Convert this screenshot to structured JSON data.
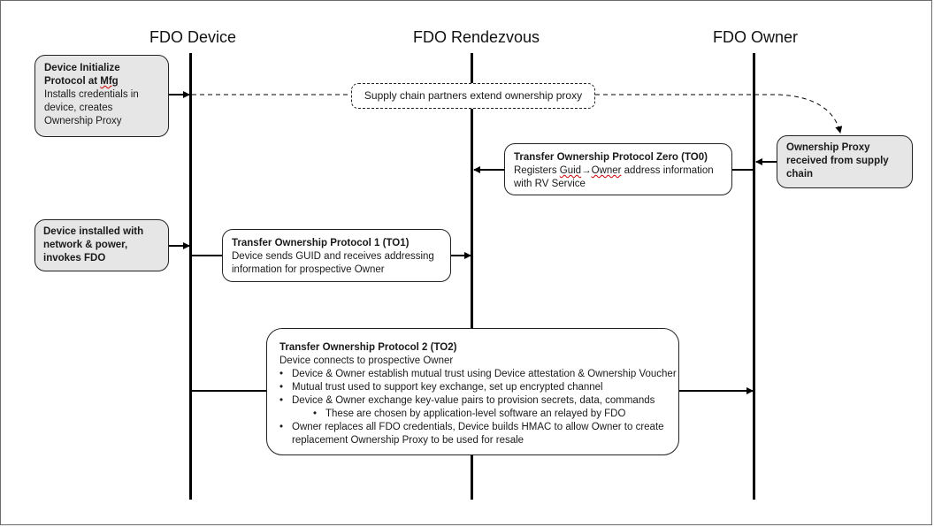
{
  "lanes": {
    "device": "FDO Device",
    "rendezvous": "FDO Rendezvous",
    "owner": "FDO Owner"
  },
  "boxes": {
    "di": {
      "title_line1": "Device Initialize",
      "title_line2_prefix": "Protocol at ",
      "title_line2_squiggly": "Mfg",
      "body": [
        "Installs credentials in",
        "device, creates",
        "Ownership Proxy"
      ]
    },
    "supply_chain": "Supply chain partners extend ownership proxy",
    "proxy_received": [
      "Ownership Proxy",
      "received from supply",
      "chain"
    ],
    "to0": {
      "title": "Transfer Ownership Protocol Zero (TO0)",
      "line1_prefix": "Registers ",
      "line1_guid": "Guid",
      "line1_arrow": "→",
      "line1_owner": "Owner",
      "line1_suffix": " address information",
      "line2": "with RV Service"
    },
    "installed": [
      "Device installed with",
      "network & power,",
      "invokes FDO"
    ],
    "to1": {
      "title": "Transfer Ownership Protocol 1 (TO1)",
      "body": [
        "Device sends GUID and receives addressing",
        "information for prospective Owner"
      ]
    },
    "to2": {
      "title": "Transfer Ownership Protocol 2 (TO2)",
      "intro": "Device connects to prospective Owner",
      "bullets": [
        "Device & Owner establish mutual trust using Device attestation & Ownership Voucher",
        "Mutual trust used to support key exchange, set up encrypted channel",
        "Device & Owner exchange key-value pairs to provision secrets, data, commands"
      ],
      "sub_bullet": "These are chosen by application-level software an relayed by FDO",
      "last_bullet_line1": "Owner replaces all FDO credentials, Device builds HMAC to allow Owner to create",
      "last_bullet_line2": "replacement Ownership Proxy to be used for resale"
    }
  },
  "colors": {
    "box_gray": "#e6e6e6",
    "line": "#000000",
    "squiggle": "#cc0000"
  }
}
